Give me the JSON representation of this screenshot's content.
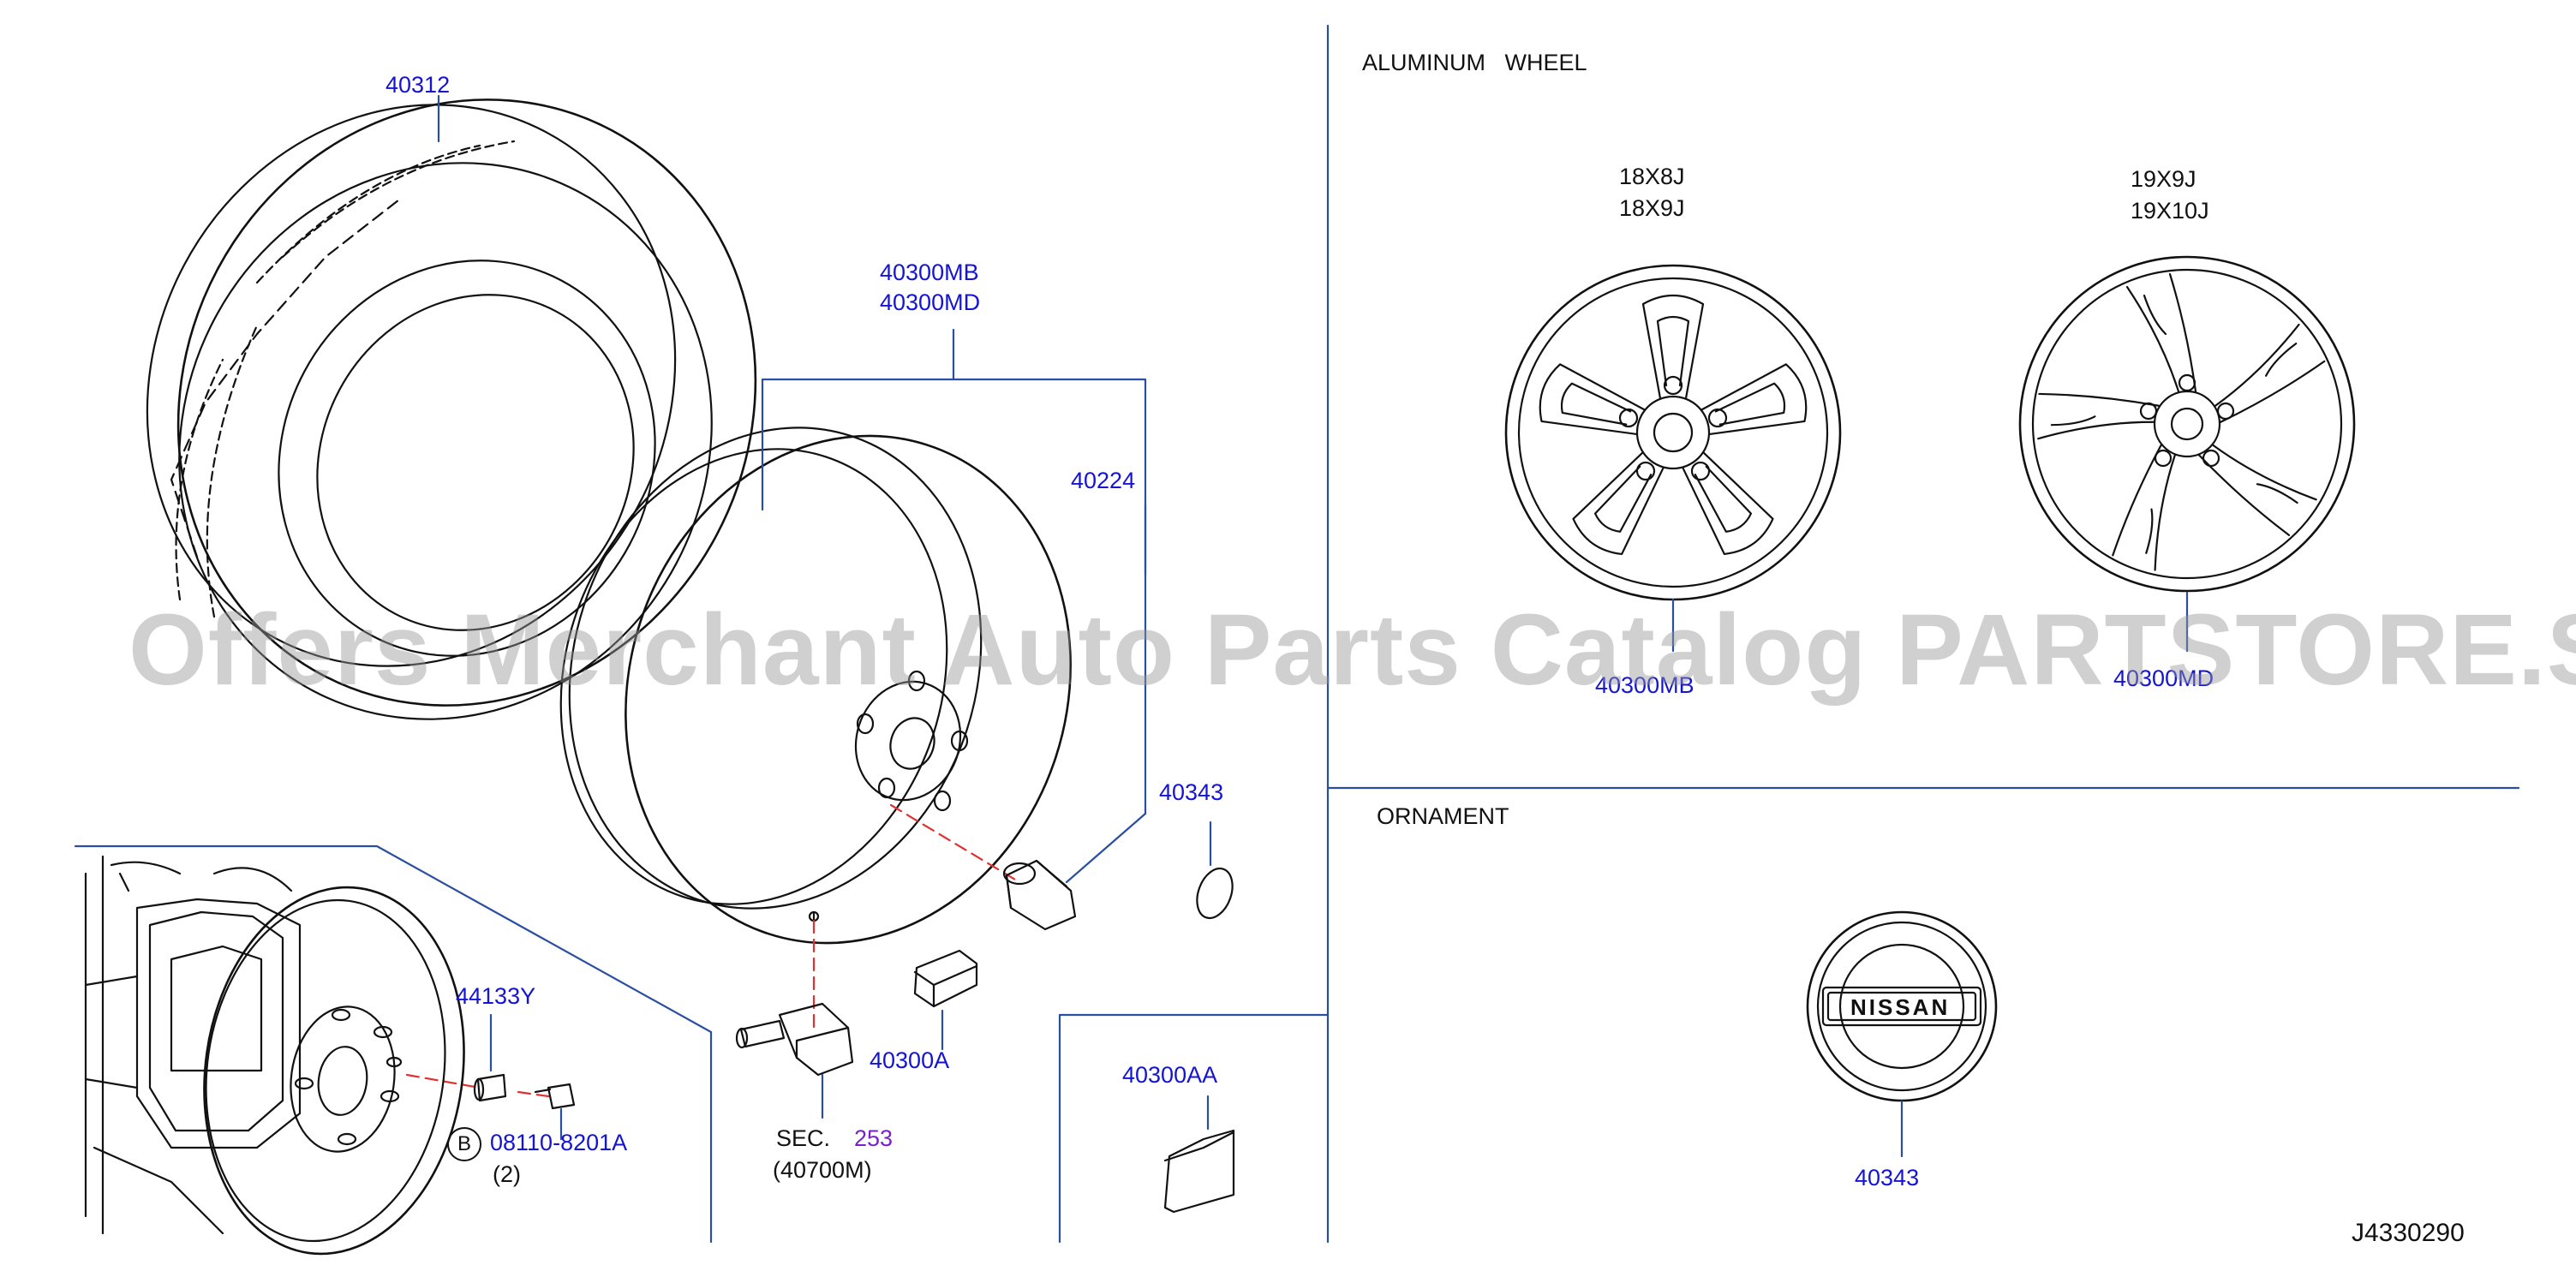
{
  "sections": {
    "aluminum_wheel": "ALUMINUM   WHEEL",
    "ornament": "ORNAMENT"
  },
  "parts": {
    "tire": "40312",
    "road_wheel_a": "40300MB",
    "road_wheel_b": "40300MD",
    "wheel_nut": "40224",
    "cap_small": "40343",
    "hub_bolt_ref": "44133Y",
    "bolt": "08110-8201A",
    "bolt_qty": "(2)",
    "bolt_circle_letter": "B",
    "valve_sec": "SEC.",
    "valve_sec_num": "253",
    "valve_code": "(40700M)",
    "balance_weight": "40300A",
    "balance_weight_2": "40300AA",
    "ornament_part": "40343",
    "wheel_left_size_1": "18X8J",
    "wheel_left_size_2": "18X9J",
    "wheel_left_part": "40300MB",
    "wheel_right_size_1": "19X9J",
    "wheel_right_size_2": "19X10J",
    "wheel_right_part": "40300MD",
    "ornament_badge_text": "NISSAN"
  },
  "diagram_id": "J4330290",
  "watermark": "Offers Merchant Auto Parts Catalog PARTSTORE.SA",
  "colors": {
    "label": "#1414d4",
    "leader": "#2b4fa0",
    "dashed": "#e03030",
    "section_ref": "#7a1fd0"
  }
}
